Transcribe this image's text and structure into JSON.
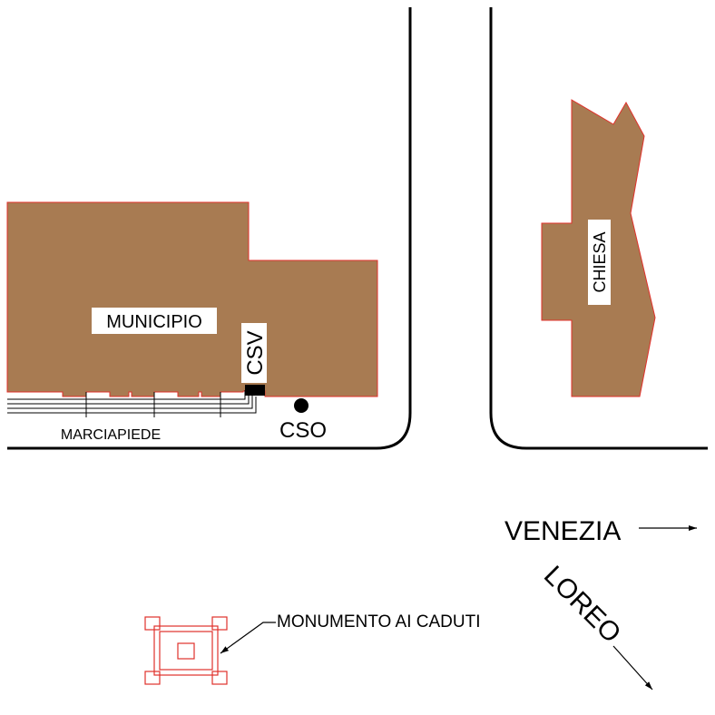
{
  "colors": {
    "background": "#ffffff",
    "building_fill": "#a87b52",
    "building_outline": "#e0312b",
    "road_line": "#000000",
    "monument_line": "#e0312b",
    "text": "#000000"
  },
  "buildings": {
    "municipio": {
      "label": "MUNICIPIO"
    },
    "chiesa": {
      "label": "CHIESA"
    }
  },
  "markers": {
    "csv": {
      "label": "CSV"
    },
    "cso": {
      "label": "CSO"
    }
  },
  "street_labels": {
    "marciapiede": "MARCIAPIEDE"
  },
  "directions": {
    "venezia": "VENEZIA",
    "loreo": "LOREO"
  },
  "monument": {
    "label": "MONUMENTO AI CADUTI"
  }
}
